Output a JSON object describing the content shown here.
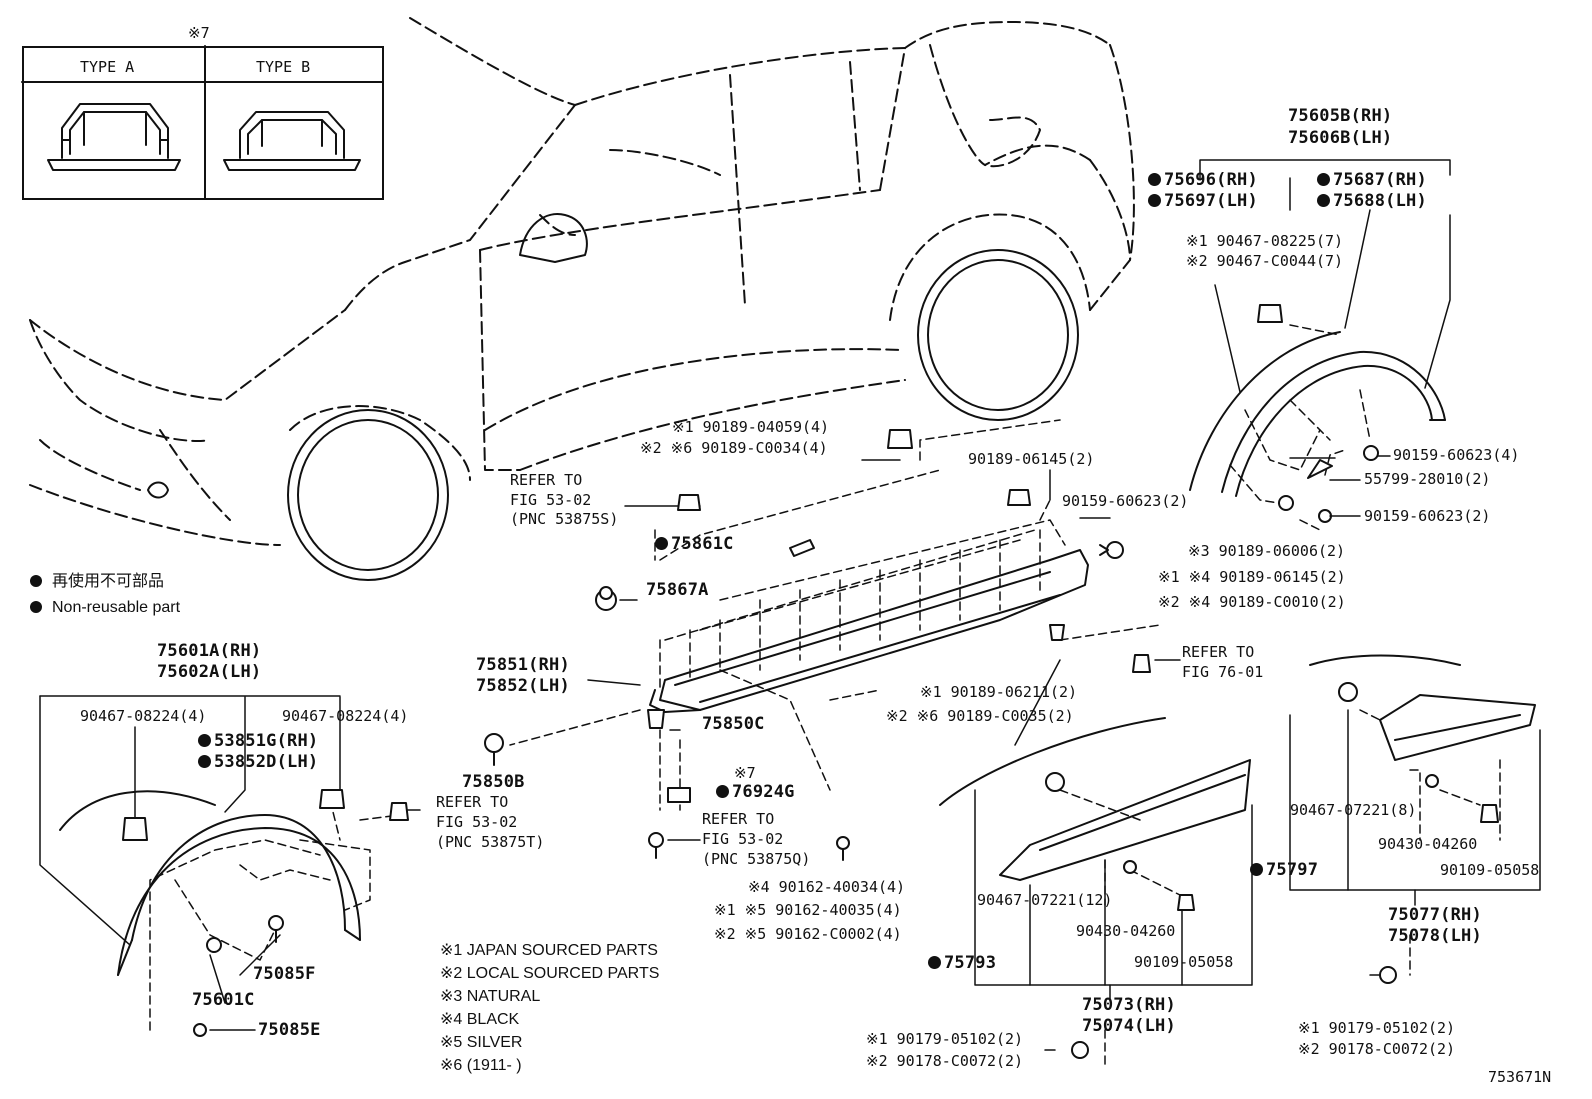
{
  "inset": {
    "note_mark": "※7",
    "type_a": "TYPE A",
    "type_b": "TYPE B"
  },
  "legend": {
    "jp_text": "再使用不可部品",
    "en_text": "Non-reusable part"
  },
  "footnotes": [
    "※1 JAPAN SOURCED PARTS",
    "※2 LOCAL SOURCED PARTS",
    "※3 NATURAL",
    "※4 BLACK",
    "※5 SILVER",
    "※6 (1911-       )"
  ],
  "figure_id": "753671N",
  "labels": {
    "rear_arch_rh": "75605B(RH)",
    "rear_arch_lh": "75606B(LH)",
    "p75696": "75696(RH)",
    "p75697": "75697(LH)",
    "p75687": "75687(RH)",
    "p75688": "75688(LH)",
    "rear_clip_1": "※1 90467-08225(7)",
    "rear_clip_2": "※2 90467-C0044(7)",
    "rear_screw_1": "90159-60623(4)",
    "rear_pin": "55799-28010(2)",
    "rear_screw_2": "90159-60623(2)",
    "rear_clip_3": "※3  90189-06006(2)",
    "rear_clip_4": "※1 ※4  90189-06145(2)",
    "rear_clip_5": "※2 ※4  90189-C0010(2)",
    "refer_76_a": "REFER TO",
    "refer_76_b": "FIG 76-01",
    "mid_clip_a": "※1   90189-06211(2)",
    "mid_clip_b": "※2 ※6  90189-C0035(2)",
    "top_clip_a": "90189-06145(2)",
    "top_screw": "90159-60623(2)",
    "clip_top_1": "※1 90189-04059(4)",
    "clip_top_2": "※2 ※6  90189-C0034(4)",
    "refer_53875s_a": "REFER TO",
    "refer_53875s_b": "FIG 53-02",
    "refer_53875s_c": "(PNC 53875S)",
    "p75861c": "75861C",
    "p75867a": "75867A",
    "p75851": "75851(RH)",
    "p75852": "75852(LH)",
    "p75850c": "75850C",
    "p75850b": "75850B",
    "note7b": "※7",
    "p76924g": "76924G",
    "refer_53875q_a": "REFER TO",
    "refer_53875q_b": "FIG 53-02",
    "refer_53875q_c": "(PNC 53875Q)",
    "screw_a": "※4  90162-40034(4)",
    "screw_b": "※1 ※5  90162-40035(4)",
    "screw_c": "※2 ※5  90162-C0002(4)",
    "front_arch_rh": "75601A(RH)",
    "front_arch_lh": "75602A(LH)",
    "front_clip_l": "90467-08224(4)",
    "front_clip_r": "90467-08224(4)",
    "p53851g": "53851G(RH)",
    "p53852d": "53852D(LH)",
    "refer_53875t_a": "REFER TO",
    "refer_53875t_b": "FIG 53-02",
    "refer_53875t_c": "(PNC 53875T)",
    "p75085f": "75085F",
    "p75601c": "75601C",
    "p75085e": "75085E",
    "door_clip": "90467-07221(12)",
    "door_washer": "90430-04260",
    "door_screw": "90109-05058",
    "p75793": "75793",
    "p75797": "75797",
    "door_rh": "75073(RH)",
    "door_lh": "75074(LH)",
    "door_nut_1": "※1 90179-05102(2)",
    "door_nut_2": "※2 90178-C0072(2)",
    "rd_clip": "90467-07221(8)",
    "rd_washer": "90430-04260",
    "rd_screw": "90109-05058",
    "rd_rh": "75077(RH)",
    "rd_lh": "75078(LH)",
    "rd_nut_1": "※1 90179-05102(2)",
    "rd_nut_2": "※2 90178-C0072(2)"
  }
}
